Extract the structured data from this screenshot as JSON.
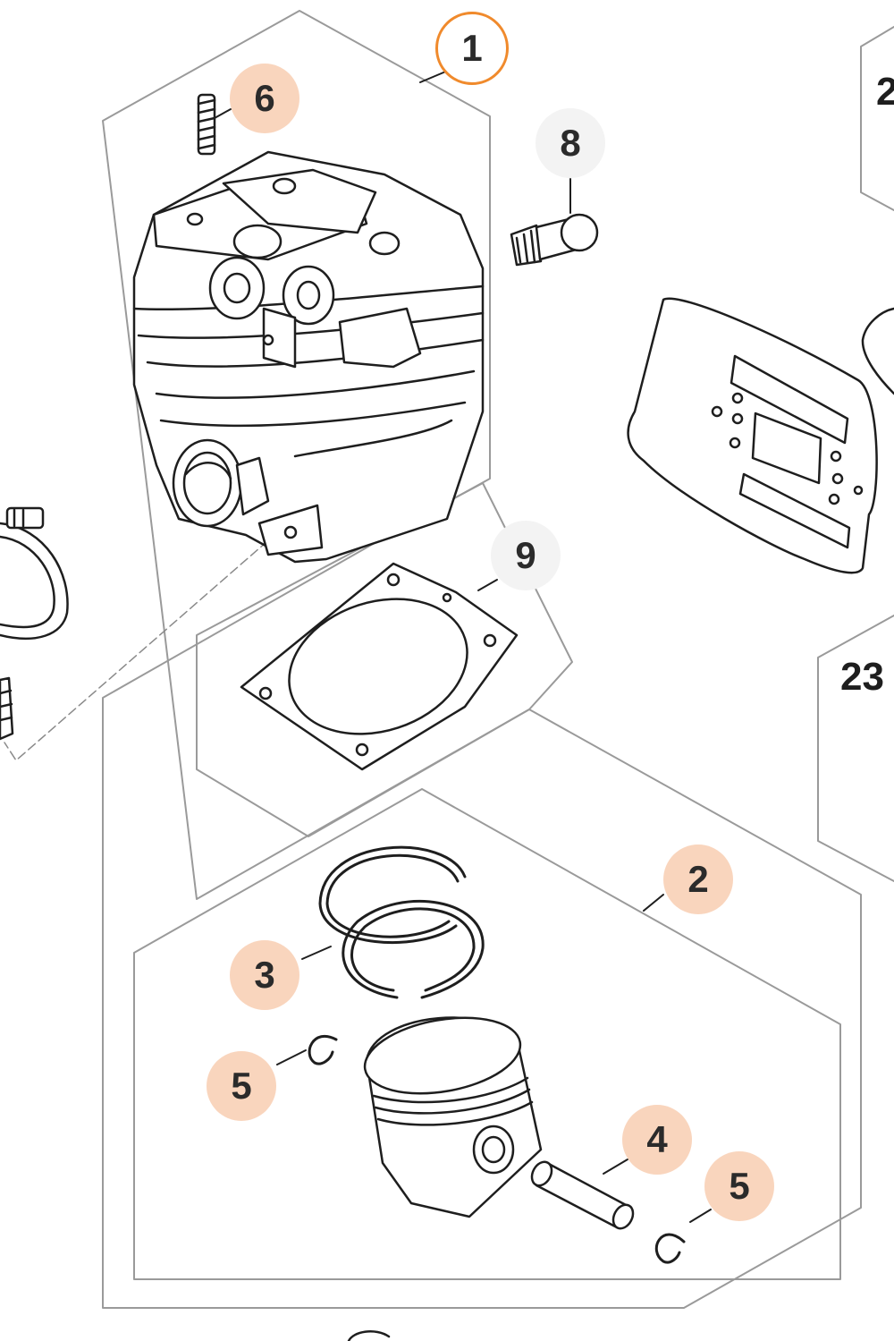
{
  "colors": {
    "callout_highlight": "#f9d5bd",
    "callout_plain": "#f3f3f3",
    "callout_selected_border": "#f08a2c",
    "group_outline": "#9a9a9a",
    "line_art": "#1e1e1e"
  },
  "callouts": [
    {
      "label": "1",
      "style": "selected"
    },
    {
      "label": "6",
      "style": "highlight"
    },
    {
      "label": "8",
      "style": "plain"
    },
    {
      "label": "9",
      "style": "plain"
    },
    {
      "label": "2",
      "style": "highlight"
    },
    {
      "label": "3",
      "style": "highlight"
    },
    {
      "label": "5",
      "style": "highlight"
    },
    {
      "label": "4",
      "style": "highlight"
    },
    {
      "label": "5",
      "style": "highlight"
    }
  ],
  "edge_labels": {
    "top_right": "2",
    "middle_right": "23"
  }
}
